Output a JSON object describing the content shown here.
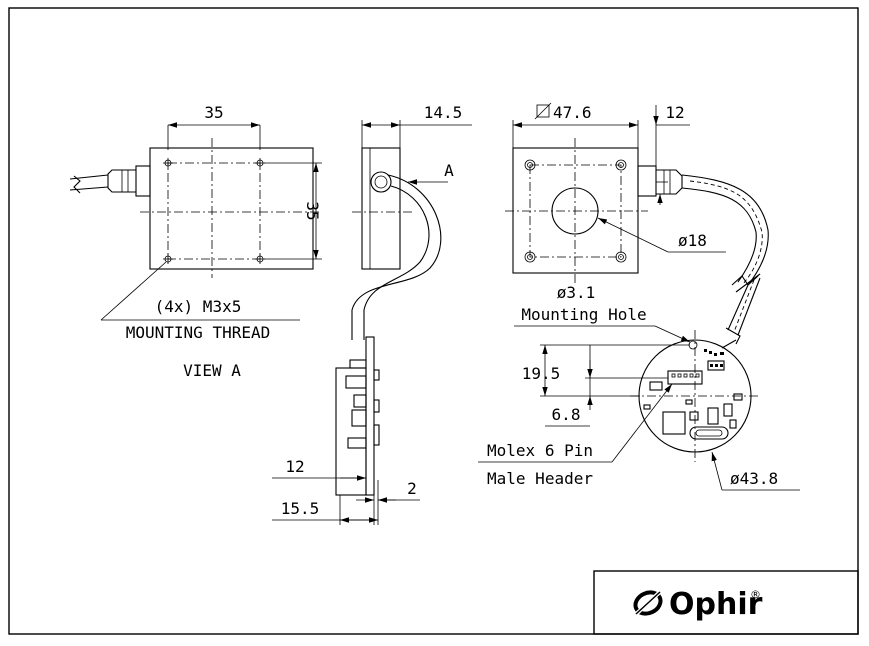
{
  "dimensions": {
    "front_width": "35",
    "front_height": "35",
    "side_depth": "14.5",
    "square_size": "47.6",
    "connector_offset": "12",
    "aperture_diameter": "ø18",
    "hole_diameter": "ø3.1",
    "pcb_offset_12": "12",
    "pcb_depth": "15.5",
    "pcb_thickness": "2",
    "header_y1": "19.5",
    "header_y2": "6.8",
    "board_diameter": "ø43.8"
  },
  "labels": {
    "view_a_arrow": "A",
    "mounting_thread_count": "(4x) M3x5",
    "mounting_thread": "MOUNTING THREAD",
    "view_a": "VIEW A",
    "mounting_hole_dim": "ø3.1",
    "mounting_hole": "Mounting Hole",
    "molex_line1": "Molex 6 Pin",
    "molex_line2": "Male Header"
  },
  "logo": {
    "brand": "Ophir",
    "registered": "®"
  }
}
